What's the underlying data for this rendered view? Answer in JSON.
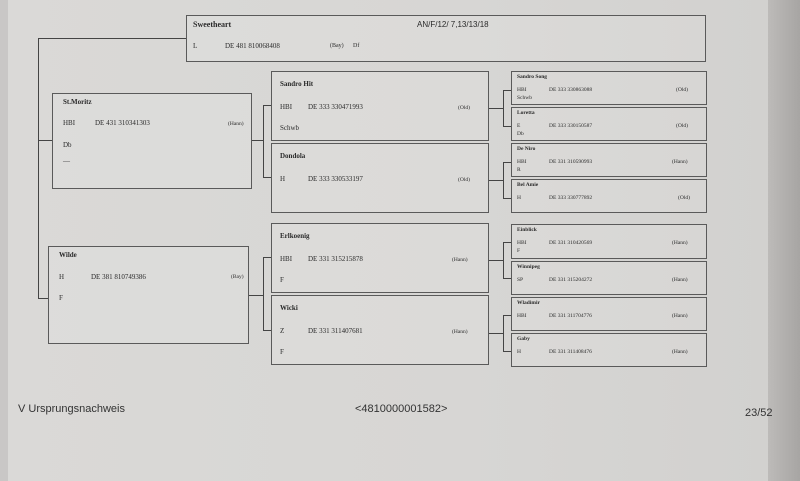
{
  "subject": {
    "name": "Sweetheart",
    "code": "AN/F/12/ 7,13/13/18",
    "breed": "L",
    "id": "DE 481 810068408",
    "reg": "(Bay)",
    "extra": "Df"
  },
  "sire": {
    "name": "St.Moritz",
    "breed": "HBI",
    "id": "DE 431 310341303",
    "reg": "(Hann)",
    "line2": "Db",
    "line3": "—"
  },
  "dam": {
    "name": "Wilde",
    "breed": "H",
    "id": "DE 381 810749386",
    "reg": "(Bay)",
    "line2": "F"
  },
  "grandparents": [
    {
      "name": "Sandro Hit",
      "breed": "HBI",
      "id": "DE 333 330471993",
      "reg": "(Old)",
      "line2": "Schwb"
    },
    {
      "name": "Dondola",
      "breed": "H",
      "id": "DE 333 330533197",
      "reg": "(Old)",
      "line2": ""
    },
    {
      "name": "Erlkoenig",
      "breed": "HBI",
      "id": "DE 331 315215878",
      "reg": "(Hann)",
      "line2": "F"
    },
    {
      "name": "Wicki",
      "breed": "Z",
      "id": "DE 331 311407681",
      "reg": "(Hann)",
      "line2": "F"
    }
  ],
  "great_grandparents": [
    {
      "name": "Sandro Song",
      "breed": "HBI",
      "id": "DE 333 330863088",
      "reg": "(Old)",
      "line2": "Schwb"
    },
    {
      "name": "Loretta",
      "breed": "E",
      "id": "DE 333 330150587",
      "reg": "(Old)",
      "line2": "Db"
    },
    {
      "name": "De Niro",
      "breed": "HBI",
      "id": "DE 331 310590993",
      "reg": "(Hann)",
      "line2": "R"
    },
    {
      "name": "Bel Amie",
      "breed": "H",
      "id": "DE 333 330777892",
      "reg": "(Old)",
      "line2": ""
    },
    {
      "name": "Einblick",
      "breed": "HBI",
      "id": "DE 331 310420569",
      "reg": "(Hann)",
      "line2": "F"
    },
    {
      "name": "Winnipeg",
      "breed": "SP",
      "id": "DE 331 315204272",
      "reg": "(Hann)",
      "line2": ""
    },
    {
      "name": "Wladimir",
      "breed": "HBI",
      "id": "DE 331 311704776",
      "reg": "(Hann)",
      "line2": ""
    },
    {
      "name": "Gaby",
      "breed": "H",
      "id": "DE 331 311408476",
      "reg": "(Hann)",
      "line2": ""
    }
  ],
  "footer": {
    "left": "V  Ursprungsnachweis",
    "center": "<4810000001582>",
    "right": "23/52"
  }
}
